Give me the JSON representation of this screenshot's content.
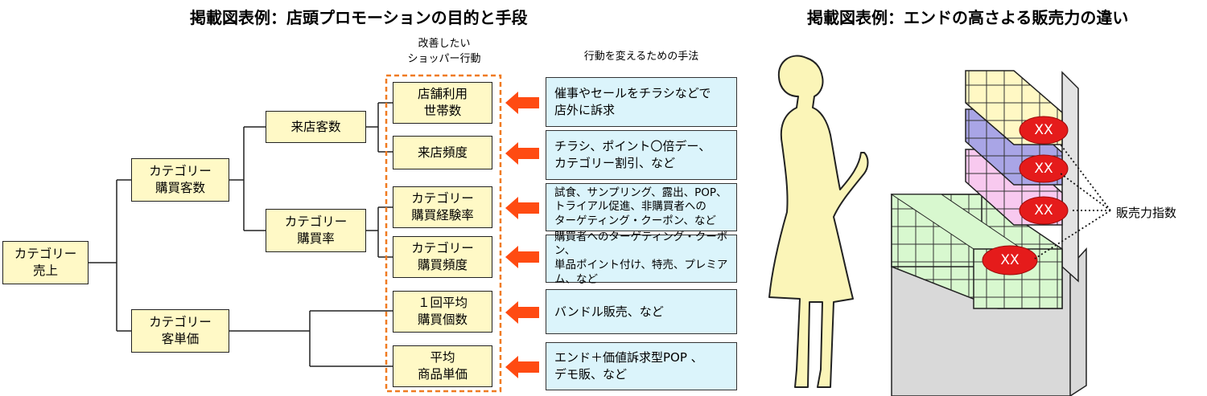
{
  "titles": {
    "left": "掲載図表例：店頭プロモーションの目的と手段",
    "right": "掲載図表例：エンドの高さよる販売力の違い"
  },
  "tree": {
    "root": "カテゴリー\n売上",
    "level1": [
      "カテゴリー\n購買客数",
      "カテゴリー\n客単価"
    ],
    "level2": [
      "来店客数",
      "カテゴリー\n購買率"
    ],
    "behaviors": [
      "店舗利用\n世帯数",
      "来店頻度",
      "カテゴリー\n購買経験率",
      "カテゴリー\n購買頻度",
      "１回平均\n購買個数",
      "平均\n商品単価"
    ]
  },
  "headers": {
    "behavior": "改善したい\nショッパー行動",
    "method": "行動を変えるための手法"
  },
  "methods": [
    "催事やセールをチラシなどで\n店外に訴求",
    "チラシ、ポイント〇倍デー、\nカテゴリー割引、など",
    "試食、サンプリング、露出、POP、\nトライアル促進、非購買者への\nターゲティング・クーポン、など",
    "購買者へのターゲティング・クーポン、\n単品ポイント付け、特売、プレミア\nム、など",
    "バンドル販売、など",
    "エンド＋価値訴求型POP 、\nデモ販、など"
  ],
  "illustration": {
    "badge_label": "XX",
    "legend": "販売力指数",
    "badge_count": 4
  },
  "colors": {
    "node_fill": "#fff9c6",
    "method_fill": "#dbf4fb",
    "arrow": "#ff4b12",
    "dashed_box": "#f07b21",
    "badge": "#e51b1b",
    "silhouette": "#fbf5b8",
    "tier_yellow": "#fff8c4",
    "tier_purple": "#a9a5e6",
    "tier_pink": "#f8c9ef",
    "tier_green": "#d8f8cf",
    "base_gray": "#d9d9d9"
  }
}
